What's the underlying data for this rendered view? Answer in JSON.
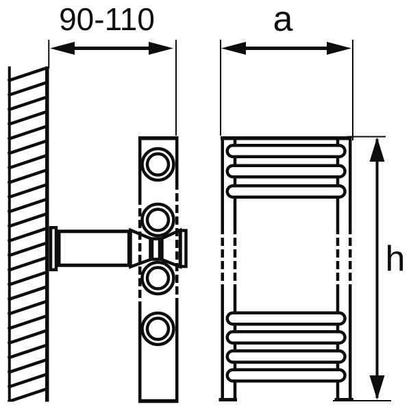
{
  "diagram": {
    "background_color": "#ffffff",
    "line_color": "#0d0d0d",
    "dimensions": {
      "wall_offset": {
        "label": "90-110"
      },
      "width": {
        "label": "a"
      },
      "height": {
        "label": "h"
      }
    }
  }
}
